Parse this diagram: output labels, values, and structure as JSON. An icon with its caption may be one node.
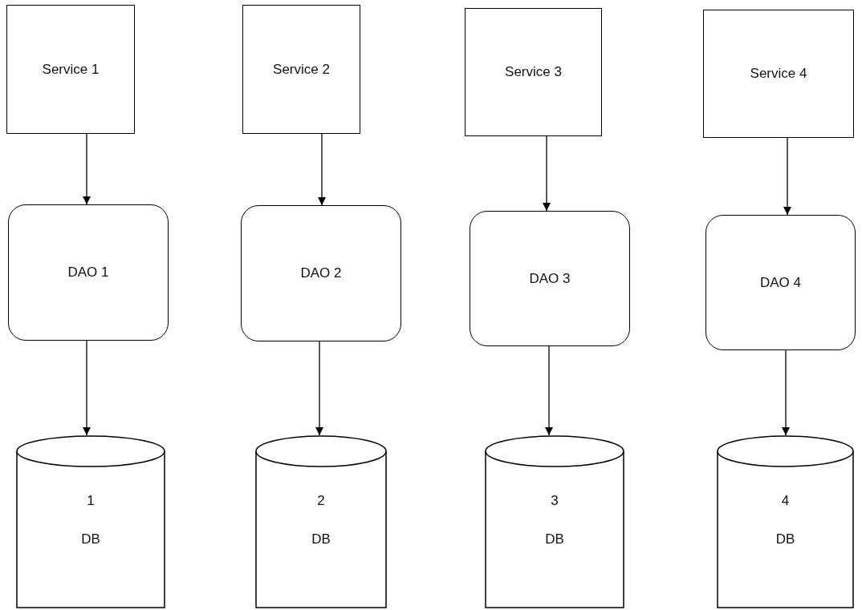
{
  "diagram": {
    "nodes": [
      {
        "text": [
          "Service 1"
        ]
      },
      {
        "text": [
          "Service 2"
        ]
      },
      {
        "text": [
          "Service 3"
        ]
      },
      {
        "text": [
          "Service 4"
        ]
      },
      {
        "text": [
          "DAO 1"
        ]
      },
      {
        "text": [
          "DAO 2"
        ]
      },
      {
        "text": [
          "DAO 3"
        ]
      },
      {
        "text": [
          "DAO 4"
        ]
      },
      {
        "text": [
          "1",
          "DB"
        ]
      },
      {
        "text": [
          "2",
          "DB"
        ]
      },
      {
        "text": [
          "3",
          "DB"
        ]
      },
      {
        "text": [
          "4",
          "DB"
        ]
      }
    ],
    "edges": [
      {
        "from": 0,
        "to": 4,
        "arrow": "to"
      },
      {
        "from": 1,
        "to": 5,
        "arrow": "to"
      },
      {
        "from": 2,
        "to": 6,
        "arrow": "to"
      },
      {
        "from": 3,
        "to": 7,
        "arrow": "to"
      },
      {
        "from": 4,
        "to": 8,
        "arrow": "to"
      },
      {
        "from": 5,
        "to": 9,
        "arrow": "to"
      },
      {
        "from": 6,
        "to": 10,
        "arrow": "to"
      },
      {
        "from": 7,
        "to": 11,
        "arrow": "to"
      }
    ]
  }
}
